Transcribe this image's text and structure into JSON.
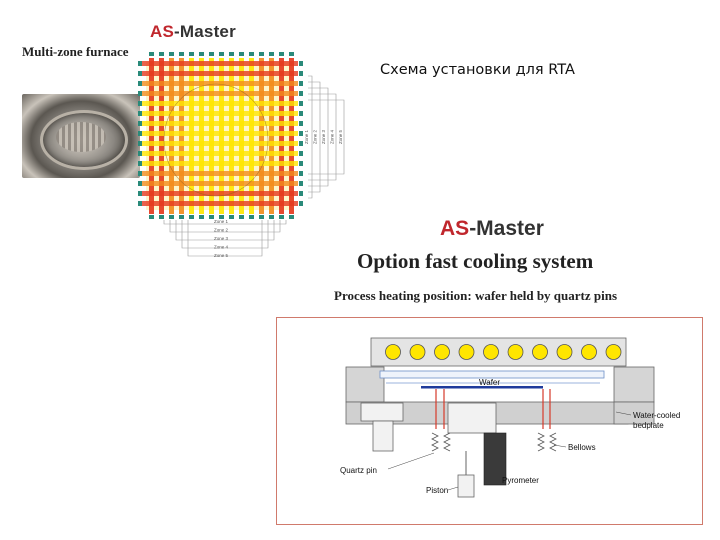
{
  "left": {
    "brand_red": "AS",
    "brand_dark": "-Master",
    "title": "Multi-zone furnace",
    "zone_labels_bottom": [
      "Zone 1",
      "Zone 2",
      "Zone 3",
      "Zone 4",
      "Zone 5"
    ],
    "zone_labels_right": [
      "Zone 1",
      "Zone 2",
      "Zone 3",
      "Zone 4",
      "Zone 5"
    ]
  },
  "right": {
    "slide_title": "Схема установки для RTA",
    "brand_red": "AS",
    "brand_dark": "-Master",
    "title": "Option fast cooling system",
    "subtitle": "Process heating position: wafer held by quartz pins",
    "labels": {
      "wafer": "Wafer",
      "bedplate_line1": "Water-cooled",
      "bedplate_line2": "bedplate",
      "bellows": "Bellows",
      "quartz_pin": "Quartz pin",
      "pyrometer": "Pyrometer",
      "piston": "Piston"
    }
  },
  "colors": {
    "brand_red": "#c0272d",
    "lamp_yellow": "#ffe600",
    "lamp_red": "#e53a1e",
    "lamp_orange": "#f28c1c",
    "clamp_teal": "#2a8a7a",
    "wafer_blue": "#1f3b9c",
    "frame_border": "#d07a6c"
  }
}
